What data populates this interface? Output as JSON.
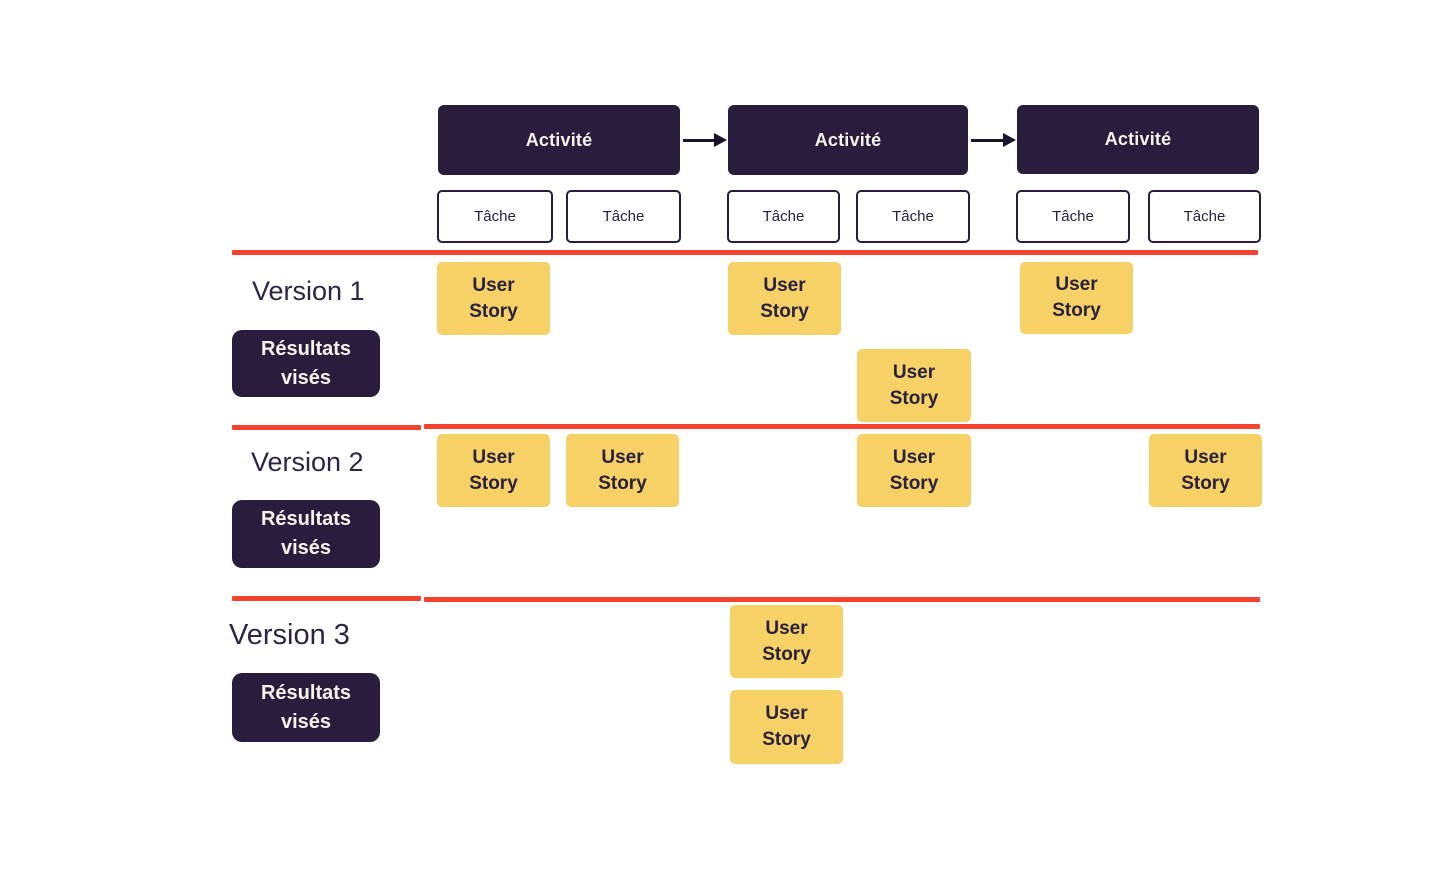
{
  "colors": {
    "background": "#ffffff",
    "dark_purple": "#291c3d",
    "yellow": "#f5d166",
    "red_divider": "#f4422f",
    "light_text": "#f8f3ec"
  },
  "labels": {
    "activity": "Activité",
    "task": "Tâche",
    "user_story": "User\nStory",
    "expected_results": "Résultats\nvisés"
  },
  "header": {
    "activities_count": 3,
    "tasks_count": 6
  },
  "versions": [
    {
      "label": "Version 1",
      "story_columns_row1": [
        1,
        3,
        5
      ],
      "story_columns_row2": [
        4
      ]
    },
    {
      "label": "Version 2",
      "story_columns_row1": [
        1,
        2,
        4,
        6
      ],
      "story_columns_row2": []
    },
    {
      "label": "Version 3",
      "story_columns_row1": [
        3
      ],
      "story_columns_row2": [
        3
      ]
    }
  ]
}
